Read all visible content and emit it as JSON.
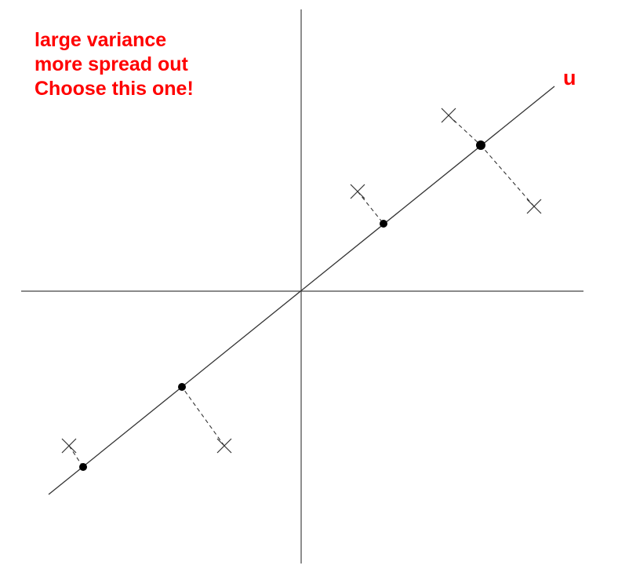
{
  "annotation": {
    "lines": [
      "large variance",
      "more spread out",
      "Choose this one!"
    ],
    "color": "#ff0000"
  },
  "direction_label": "u",
  "line_color": "#333333",
  "marker_icons": {
    "original_point": "x-mark-icon",
    "projected_point": "filled-dot-icon"
  }
}
